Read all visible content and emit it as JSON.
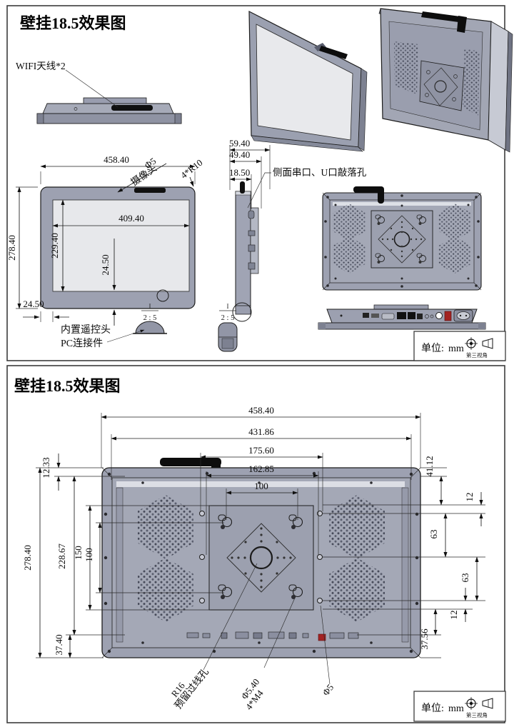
{
  "colors": {
    "body_gray": "#9da1b1",
    "inner_panel_gray": "#a4a8b6",
    "screen_gray": "#e7e8eb",
    "line_black": "#1c1c1c",
    "antenna_black": "#0d0d0d",
    "power_switch_red": "#a32222"
  },
  "unit_box": {
    "label": "单位:",
    "value": "mm",
    "projection": "第三视角"
  },
  "top": {
    "title": "壁挂18.5效果图",
    "wifi_label": "WIFI天线*2",
    "camera_label": {
      "line1": "Φ5",
      "line2": "摄像头"
    },
    "corner_label": "4*R10",
    "side_ports_label": "侧面串口、U口敲落孔",
    "remote_label": {
      "line1": "内置遥控头",
      "line2": "PC连接件"
    },
    "detail_marker": {
      "view": "I",
      "scale": "2 : 5"
    },
    "dims": {
      "width": "458.40",
      "height": "278.40",
      "screen_w": "409.40",
      "screen_h": "229.40",
      "bezel_bottom": "24.50",
      "bezel_left": "24.50",
      "side_total": "59.40",
      "side_mid": "49.40",
      "side_front": "18.50"
    }
  },
  "bottom": {
    "title": "壁挂18.5效果图",
    "dims_top": [
      "458.40",
      "431.86",
      "175.60",
      "162.85",
      "100"
    ],
    "dims_left": [
      "12.33",
      "278.40",
      "228.67",
      "150",
      "100",
      "37.40"
    ],
    "dims_right": [
      "41.12",
      "12",
      "63",
      "63",
      "12",
      "37.56"
    ],
    "labels": {
      "wire_hole": {
        "line1": "R16",
        "line2": "预留过线孔"
      },
      "mount_screw": {
        "line1": "Φ5.40",
        "line2": "4*M4"
      },
      "through_hole": "Φ5"
    }
  }
}
